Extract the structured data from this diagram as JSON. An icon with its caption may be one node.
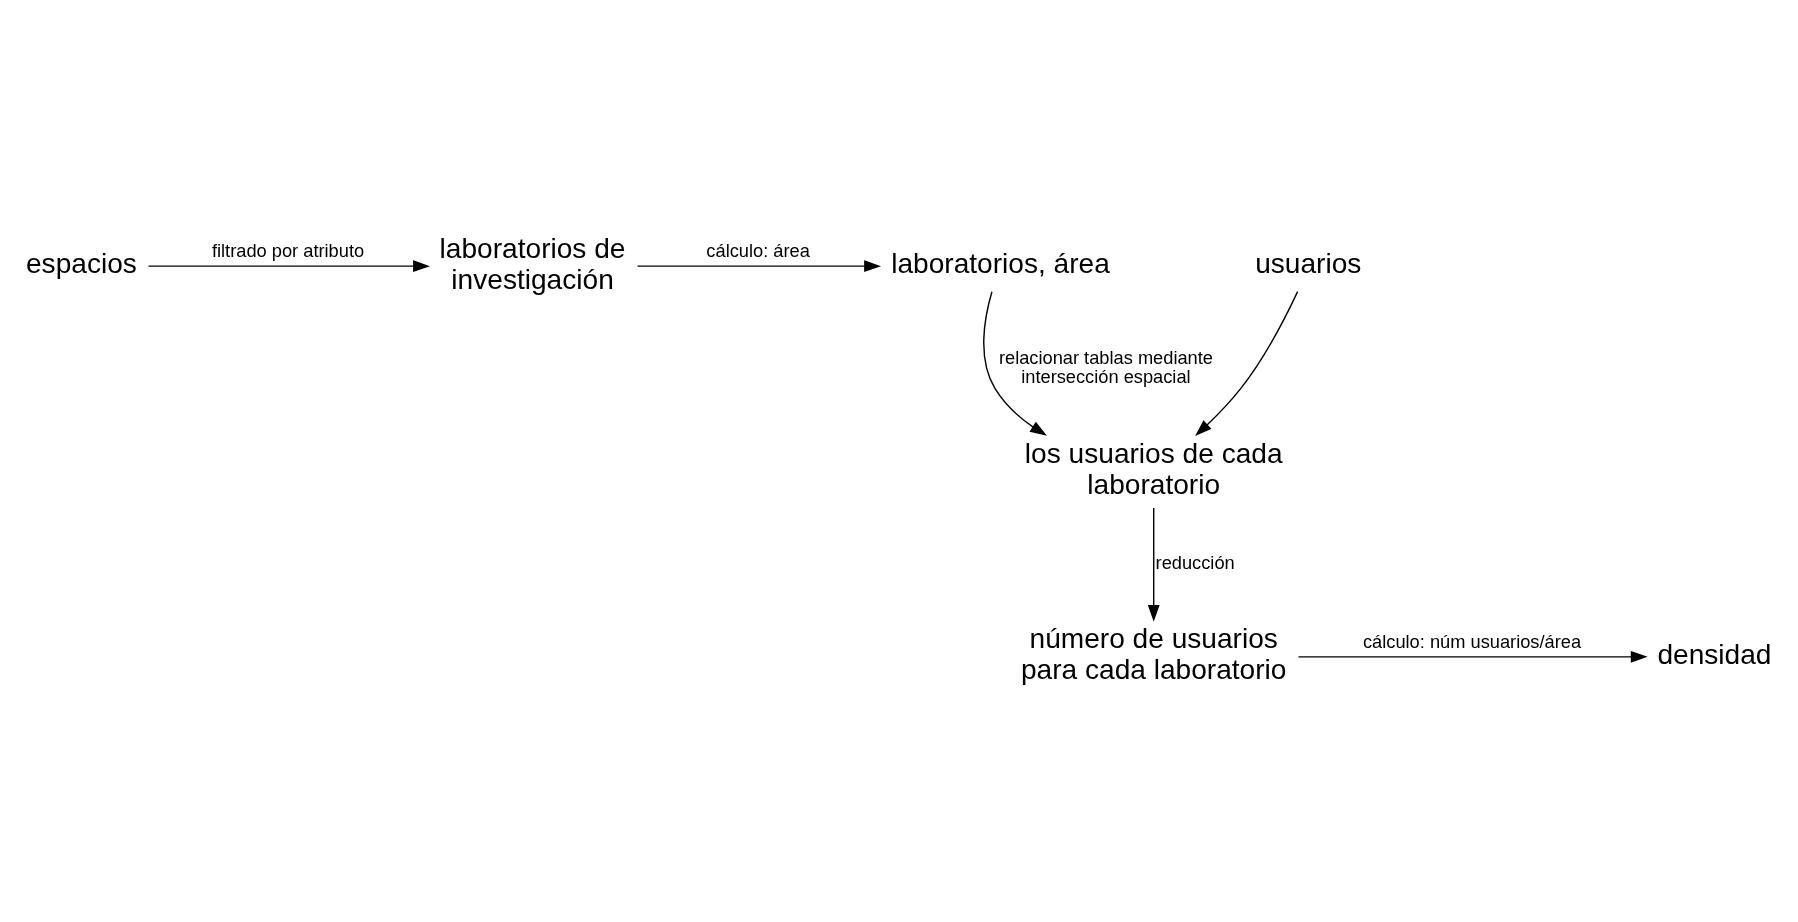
{
  "diagram": {
    "nodes": [
      {
        "text": [
          "espacios"
        ]
      },
      {
        "text": [
          "laboratorios de investigación"
        ]
      },
      {
        "text": [
          "laboratorios, área"
        ]
      },
      {
        "text": [
          "usuarios"
        ]
      },
      {
        "text": [
          "los usuarios de cada laboratorio"
        ]
      },
      {
        "text": [
          "número de usuarios para cada laboratorio"
        ]
      },
      {
        "text": [
          "densidad"
        ]
      }
    ],
    "edges": [
      {
        "from": 0,
        "to": 1,
        "arrow": "to",
        "label": "filtrado por atributo"
      },
      {
        "from": 1,
        "to": 2,
        "arrow": "to",
        "label": "cálculo: área"
      },
      {
        "from": 2,
        "to": 4,
        "arrow": "to",
        "label": "relacionar tablas mediante intersección espacial"
      },
      {
        "from": 3,
        "to": 4,
        "arrow": "to"
      },
      {
        "from": 4,
        "to": 5,
        "arrow": "to",
        "label": "reducción"
      },
      {
        "from": 5,
        "to": 6,
        "arrow": "to",
        "label": "cálculo: núm usuarios/área"
      }
    ]
  }
}
